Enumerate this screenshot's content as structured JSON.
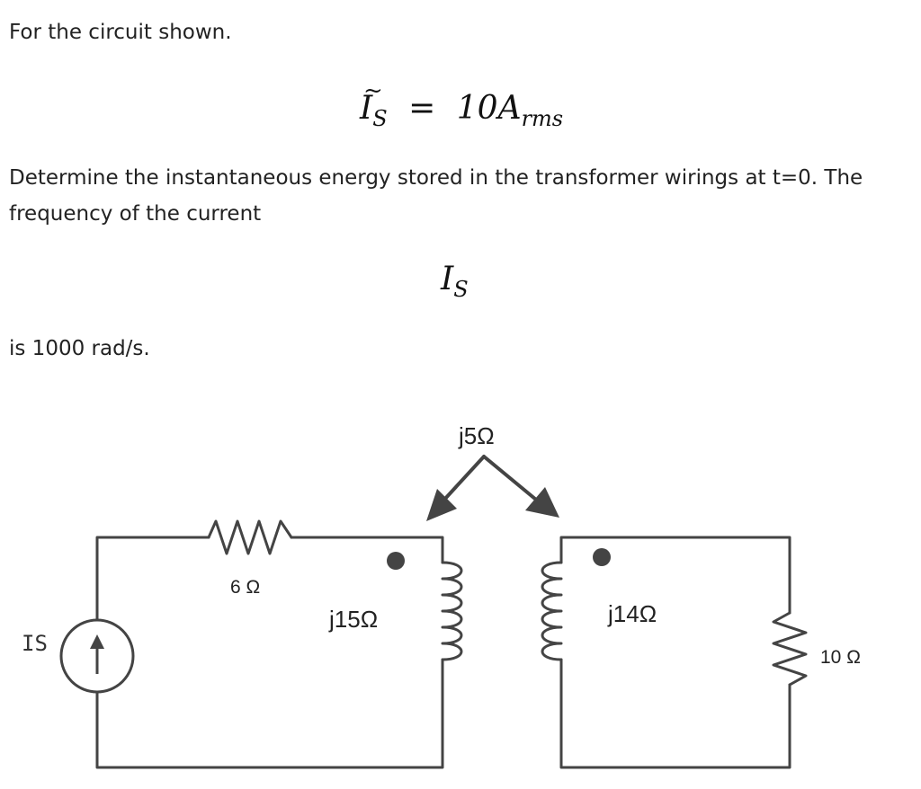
{
  "intro": "For the circuit shown.",
  "equation": {
    "symbol": "I",
    "symbol_sub": "S",
    "equals": "=",
    "value": "10A",
    "unit_sub": "rms"
  },
  "paragraph": "Determine the instantaneous energy stored in the transformer wirings at t=0. The frequency of the current",
  "inline_math": {
    "symbol": "I",
    "symbol_sub": "S"
  },
  "closing": "is 1000 rad/s.",
  "circuit": {
    "source_label": "IS",
    "resistor1_label": "6 Ω",
    "primary_inductance_label": "j15Ω",
    "mutual_label": "j5Ω",
    "secondary_inductance_label": "j14Ω",
    "resistor2_label": "10 Ω",
    "wire_color": "#444444",
    "arrow_color": "#444444"
  }
}
